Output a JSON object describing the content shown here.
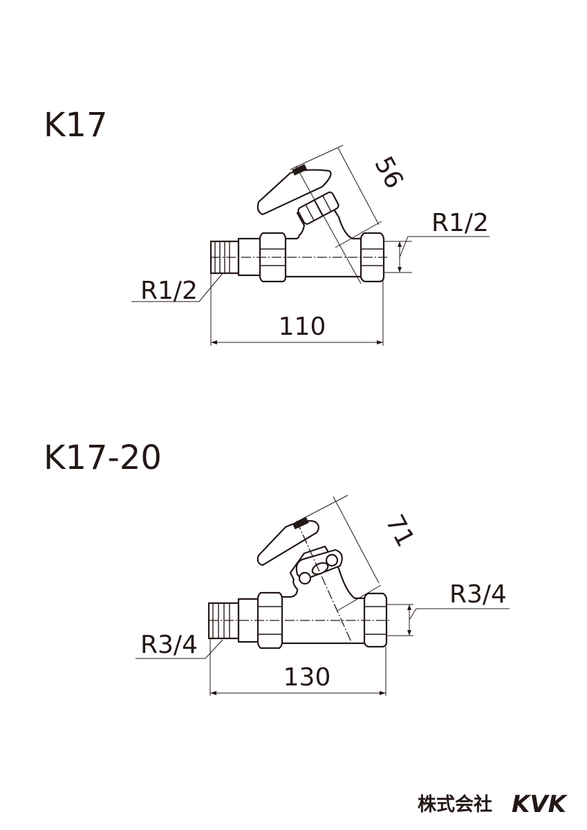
{
  "drawings": [
    {
      "model": "K17",
      "handle_height_dim": "56",
      "outlet_thread": "R1/2",
      "inlet_thread": "R1/2",
      "length_dim": "110"
    },
    {
      "model": "K17-20",
      "handle_height_dim": "71",
      "outlet_thread": "R3/4",
      "inlet_thread": "R3/4",
      "length_dim": "130"
    }
  ],
  "logo": {
    "company_jp": "株式会社",
    "brand": "KVK"
  },
  "colors": {
    "ink": "#231815",
    "background": "#ffffff"
  }
}
